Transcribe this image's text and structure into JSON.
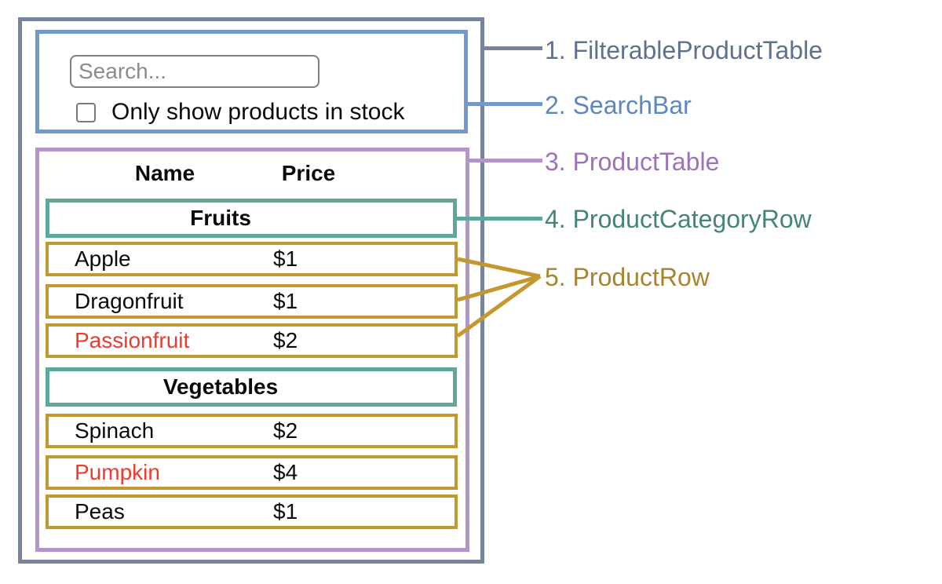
{
  "labels": [
    {
      "text": "1. FilterableProductTable",
      "color": "#60718C"
    },
    {
      "text": "2. SearchBar",
      "color": "#5E87BD"
    },
    {
      "text": "3. ProductTable",
      "color": "#9C72B8"
    },
    {
      "text": "4. ProductCategoryRow",
      "color": "#418679"
    },
    {
      "text": "5. ProductRow",
      "color": "#A9842D"
    }
  ],
  "search_bar": {
    "placeholder": "Search...",
    "checkbox_label": "Only show products in stock",
    "checkbox_checked": false
  },
  "product_table": {
    "columns": [
      "Name",
      "Price"
    ],
    "sections": [
      {
        "category": "Fruits",
        "rows": [
          {
            "name": "Apple",
            "price": "$1",
            "in_stock": true
          },
          {
            "name": "Dragonfruit",
            "price": "$1",
            "in_stock": true
          },
          {
            "name": "Passionfruit",
            "price": "$2",
            "in_stock": false
          }
        ]
      },
      {
        "category": "Vegetables",
        "rows": [
          {
            "name": "Spinach",
            "price": "$2",
            "in_stock": true
          },
          {
            "name": "Pumpkin",
            "price": "$4",
            "in_stock": false
          },
          {
            "name": "Peas",
            "price": "$1",
            "in_stock": true
          }
        ]
      }
    ]
  },
  "colors": {
    "filterable_product_table_border": "#78849B",
    "search_bar_border": "#7199CB",
    "product_table_border": "#B394CB",
    "product_category_row_border": "#5CA89B",
    "product_row_border": "#C2982F",
    "out_of_stock_text": "#EE3B2E",
    "input_border": "#7E7E7E",
    "placeholder_text": "#8C8C8C"
  }
}
